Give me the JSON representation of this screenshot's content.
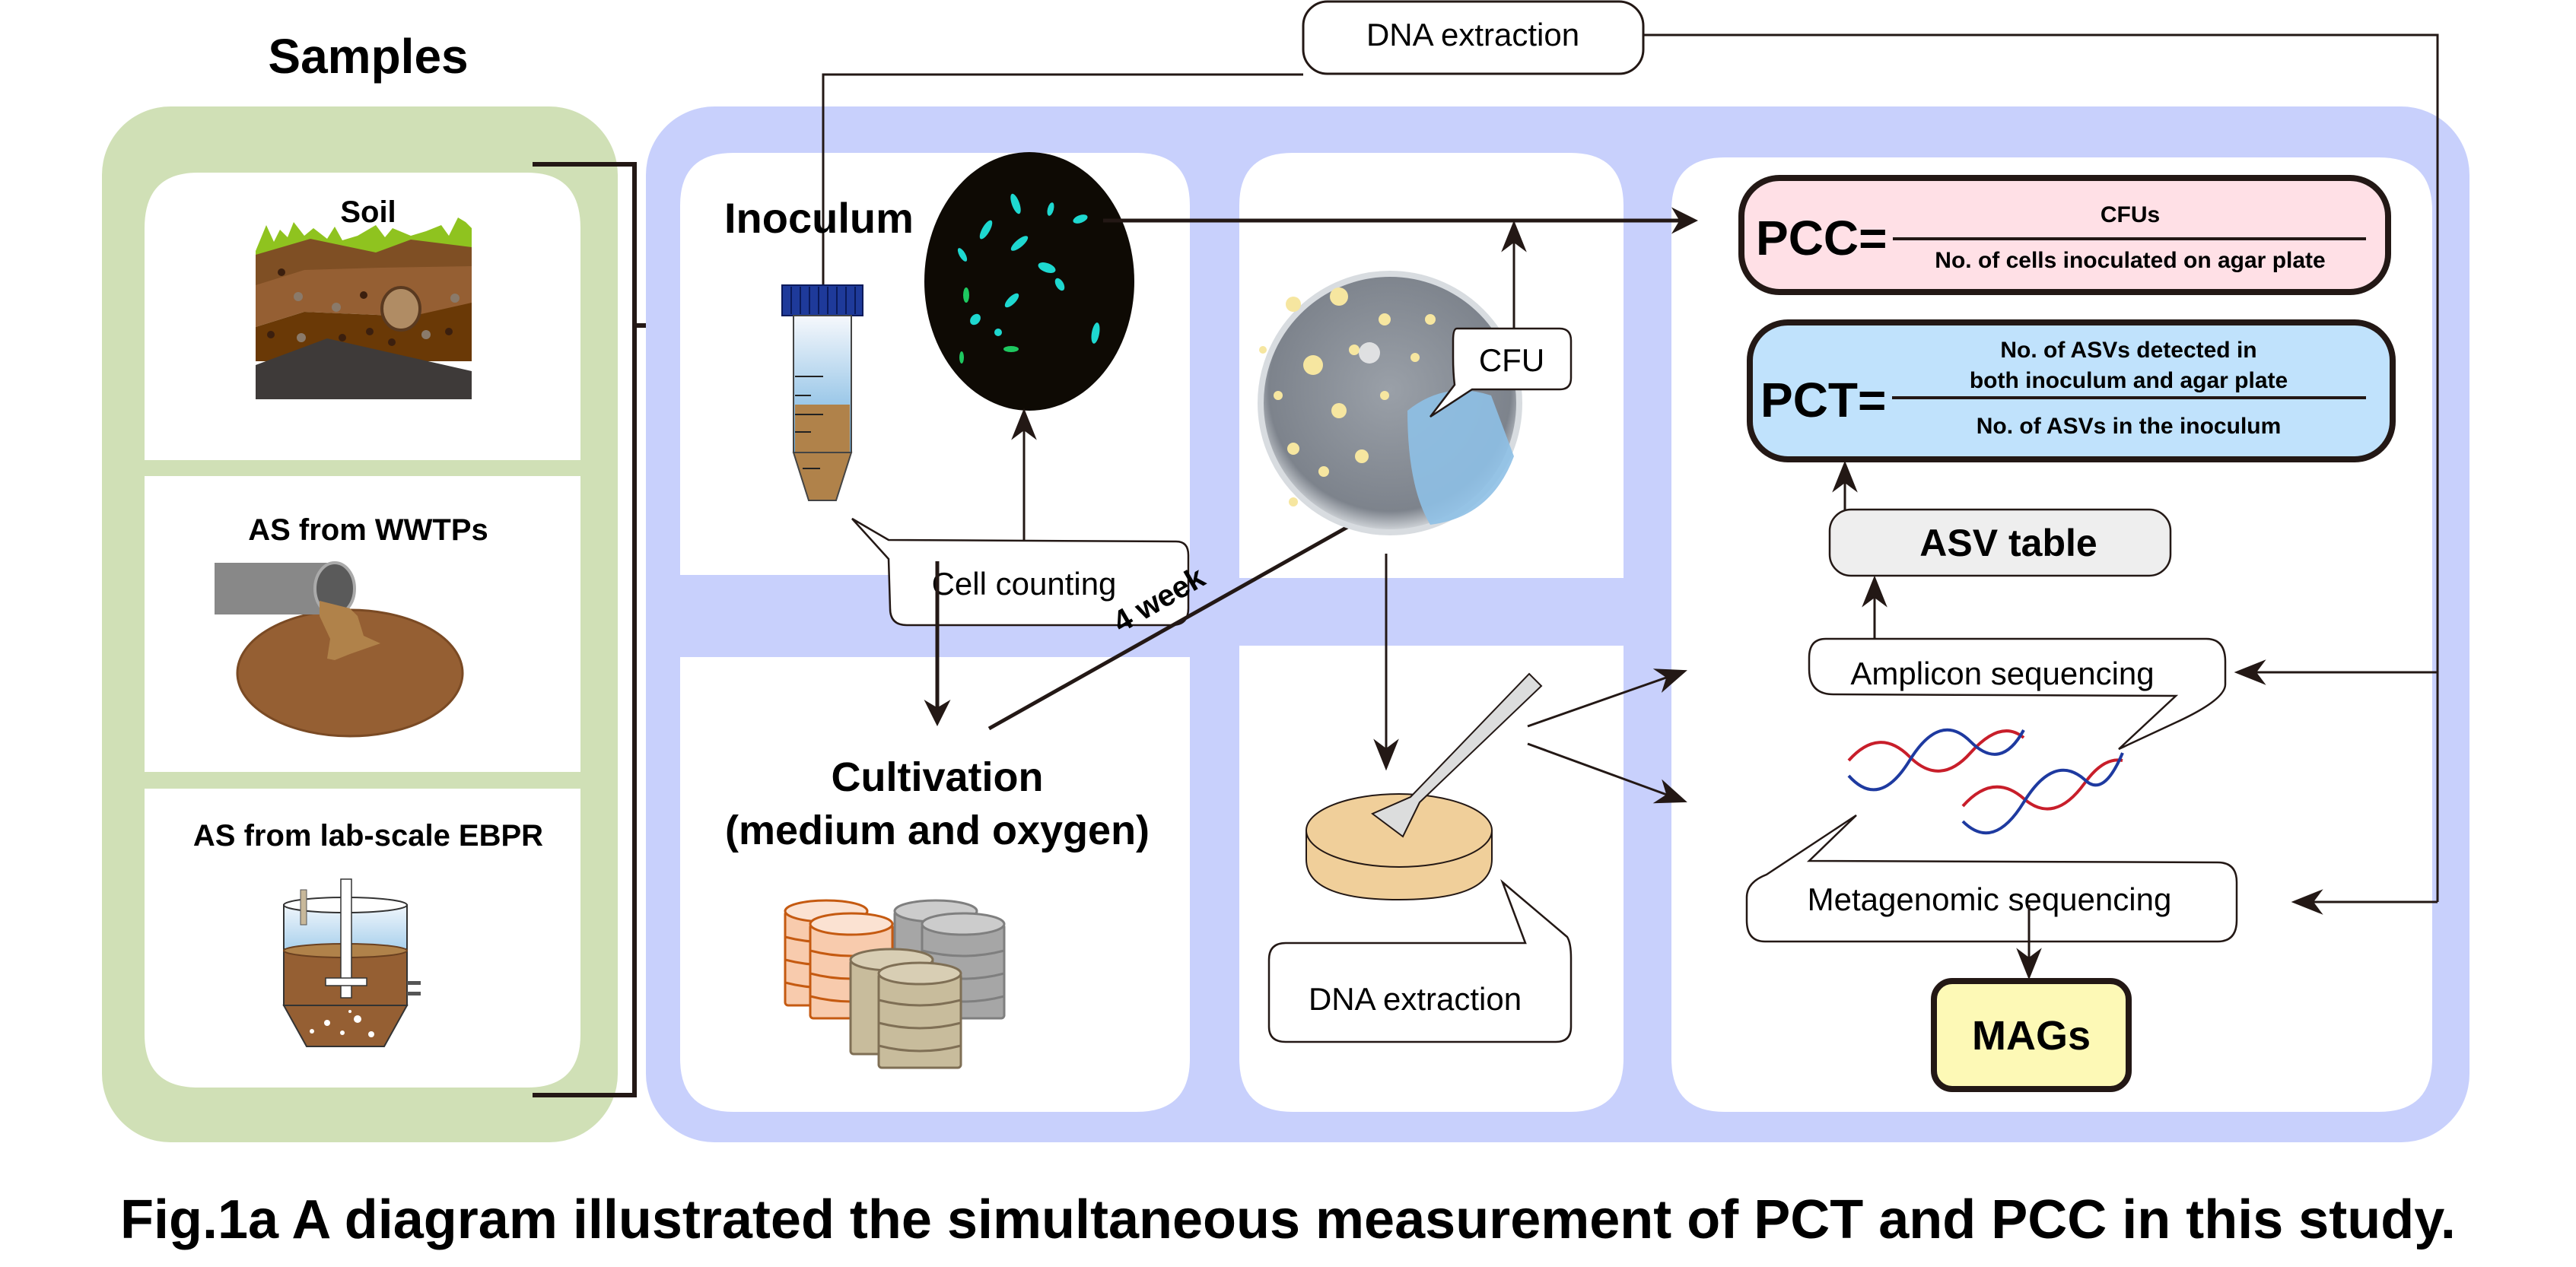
{
  "figure": {
    "caption": "Fig.1a A diagram illustrated the simultaneous measurement of PCT and PCC in this study.",
    "colors": {
      "samples_panel": "#d0e0b6",
      "process_panel": "#c8d0fc",
      "pcc_box": "#ffe0e6",
      "pct_box": "#c0e2fc",
      "asv_box": "#eeeeee",
      "mags_box": "#fdf9b6",
      "line": "#231815"
    }
  },
  "samples": {
    "title": "Samples",
    "items": [
      {
        "label": "Soil",
        "icon": "soil-layers-icon"
      },
      {
        "label": "AS from WWTPs",
        "icon": "wastewater-pipe-icon"
      },
      {
        "label": "AS from lab-scale EBPR",
        "icon": "bioreactor-icon"
      }
    ]
  },
  "top_connector": {
    "label": "DNA extraction"
  },
  "inoculum": {
    "title": "Inoculum",
    "callout": "Cell counting",
    "icons": [
      "centrifuge-tube-icon",
      "fluorescence-microscopy-icon"
    ]
  },
  "cultivation": {
    "title_line1": "Cultivation",
    "title_line2": "(medium and oxygen)",
    "duration_label": "4 week",
    "icon": "agar-plate-stacks-icon"
  },
  "cfu": {
    "callout": "CFU",
    "icon": "agar-plate-colonies-icon"
  },
  "dna_extraction": {
    "callout": "DNA extraction",
    "icon": "plate-scraper-icon"
  },
  "formulas": {
    "pcc": {
      "lhs": "PCC=",
      "numerator": "CFUs",
      "denominator": "No. of cells inoculated on agar plate"
    },
    "pct": {
      "lhs": "PCT=",
      "numerator_line1": "No. of ASVs detected in",
      "numerator_line2": "both inoculum and agar plate",
      "denominator": "No. of ASVs in the inoculum"
    }
  },
  "sequencing": {
    "asv_table": "ASV table",
    "amplicon": "Amplicon sequencing",
    "metagenomic": "Metagenomic sequencing",
    "mags": "MAGs",
    "icon": "dna-helix-icon"
  }
}
